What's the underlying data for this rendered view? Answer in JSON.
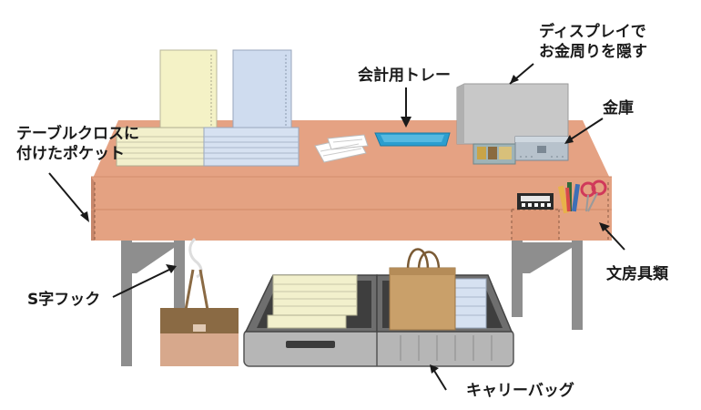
{
  "labels": {
    "display": {
      "line1": "ディスプレイで",
      "line2": "お金周りを隠す"
    },
    "tray": "会計用トレー",
    "safe": "金庫",
    "pocket": {
      "line1": "テーブルクロスに",
      "line2": "付けたポケット"
    },
    "stationery": "文房具類",
    "hook": "S字フック",
    "carry_bag": "キャリーバッグ"
  },
  "colors": {
    "tablecloth": "#e8a585",
    "tablecloth_dark": "#d99878",
    "table_leg": "#8e8e8e",
    "display_box": "#c4c4c4",
    "tray": "#2b9ecf",
    "safe": "#aeb9c4",
    "kraft_bag": "#c9a06a",
    "suitcase": "#b4b4b4",
    "hanging_bag": "#8a6a44"
  }
}
